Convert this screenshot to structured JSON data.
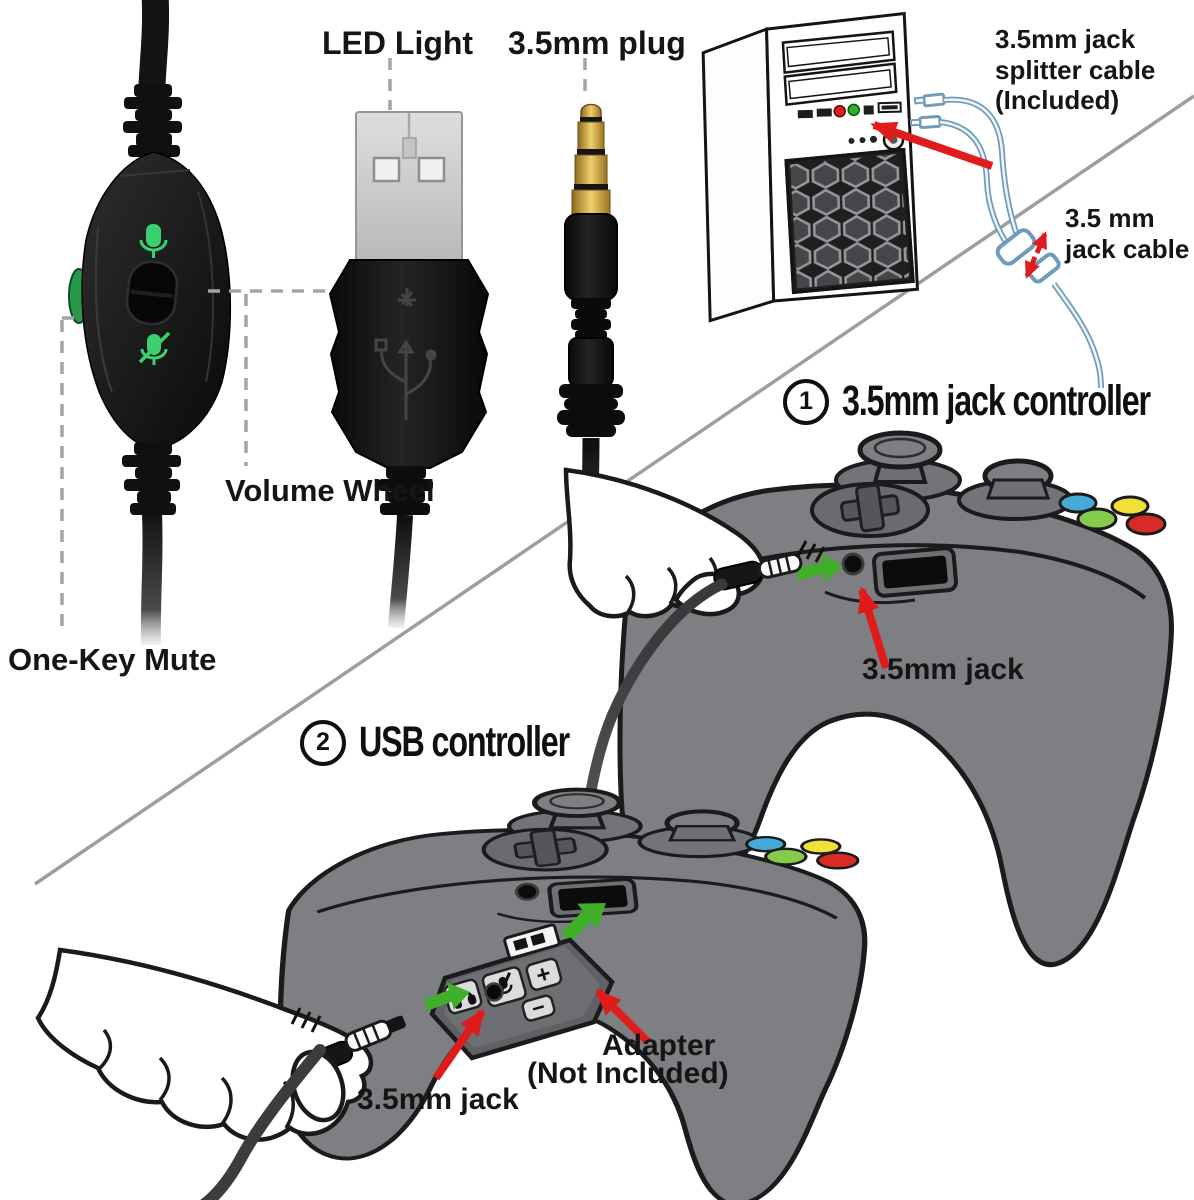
{
  "colors": {
    "accent_green": "#3fae29",
    "led_green": "#3bd06e",
    "arrow_red": "#e01b1b",
    "cable_blue": "#6f9cba",
    "cable_blue_core": "#eef5fa",
    "controller_gray": "#7e7f82",
    "outline_dark": "#1b1b1d",
    "divider_gray": "#9e9e9e",
    "button_blue": "#45aad5",
    "button_green": "#84cc4c",
    "button_yellow": "#f0e13a",
    "button_red": "#d92b25",
    "jack_red": "#e02020",
    "jack_green": "#2fae2f"
  },
  "top": {
    "led_light_label": "LED Light",
    "plug_label": "3.5mm plug",
    "splitter_label": "3.5mm jack\nsplitter cable\n(Included)",
    "jack_cable_label": "3.5 mm\njack cable"
  },
  "inline_remote": {
    "volume_wheel_label": "Volume Wheel",
    "one_key_mute_label": "One-Key Mute"
  },
  "section_jack_controller": {
    "number": "1",
    "title": "3.5mm jack controller",
    "jack_label": "3.5mm jack"
  },
  "section_usb_controller": {
    "number": "2",
    "title": "USB controller",
    "jack_label": "3.5mm jack",
    "adapter_label_line1": "Adapter",
    "adapter_label_line2": "(Not Included)",
    "adapter_buttons": {
      "plus": "+",
      "minus": "−"
    }
  }
}
